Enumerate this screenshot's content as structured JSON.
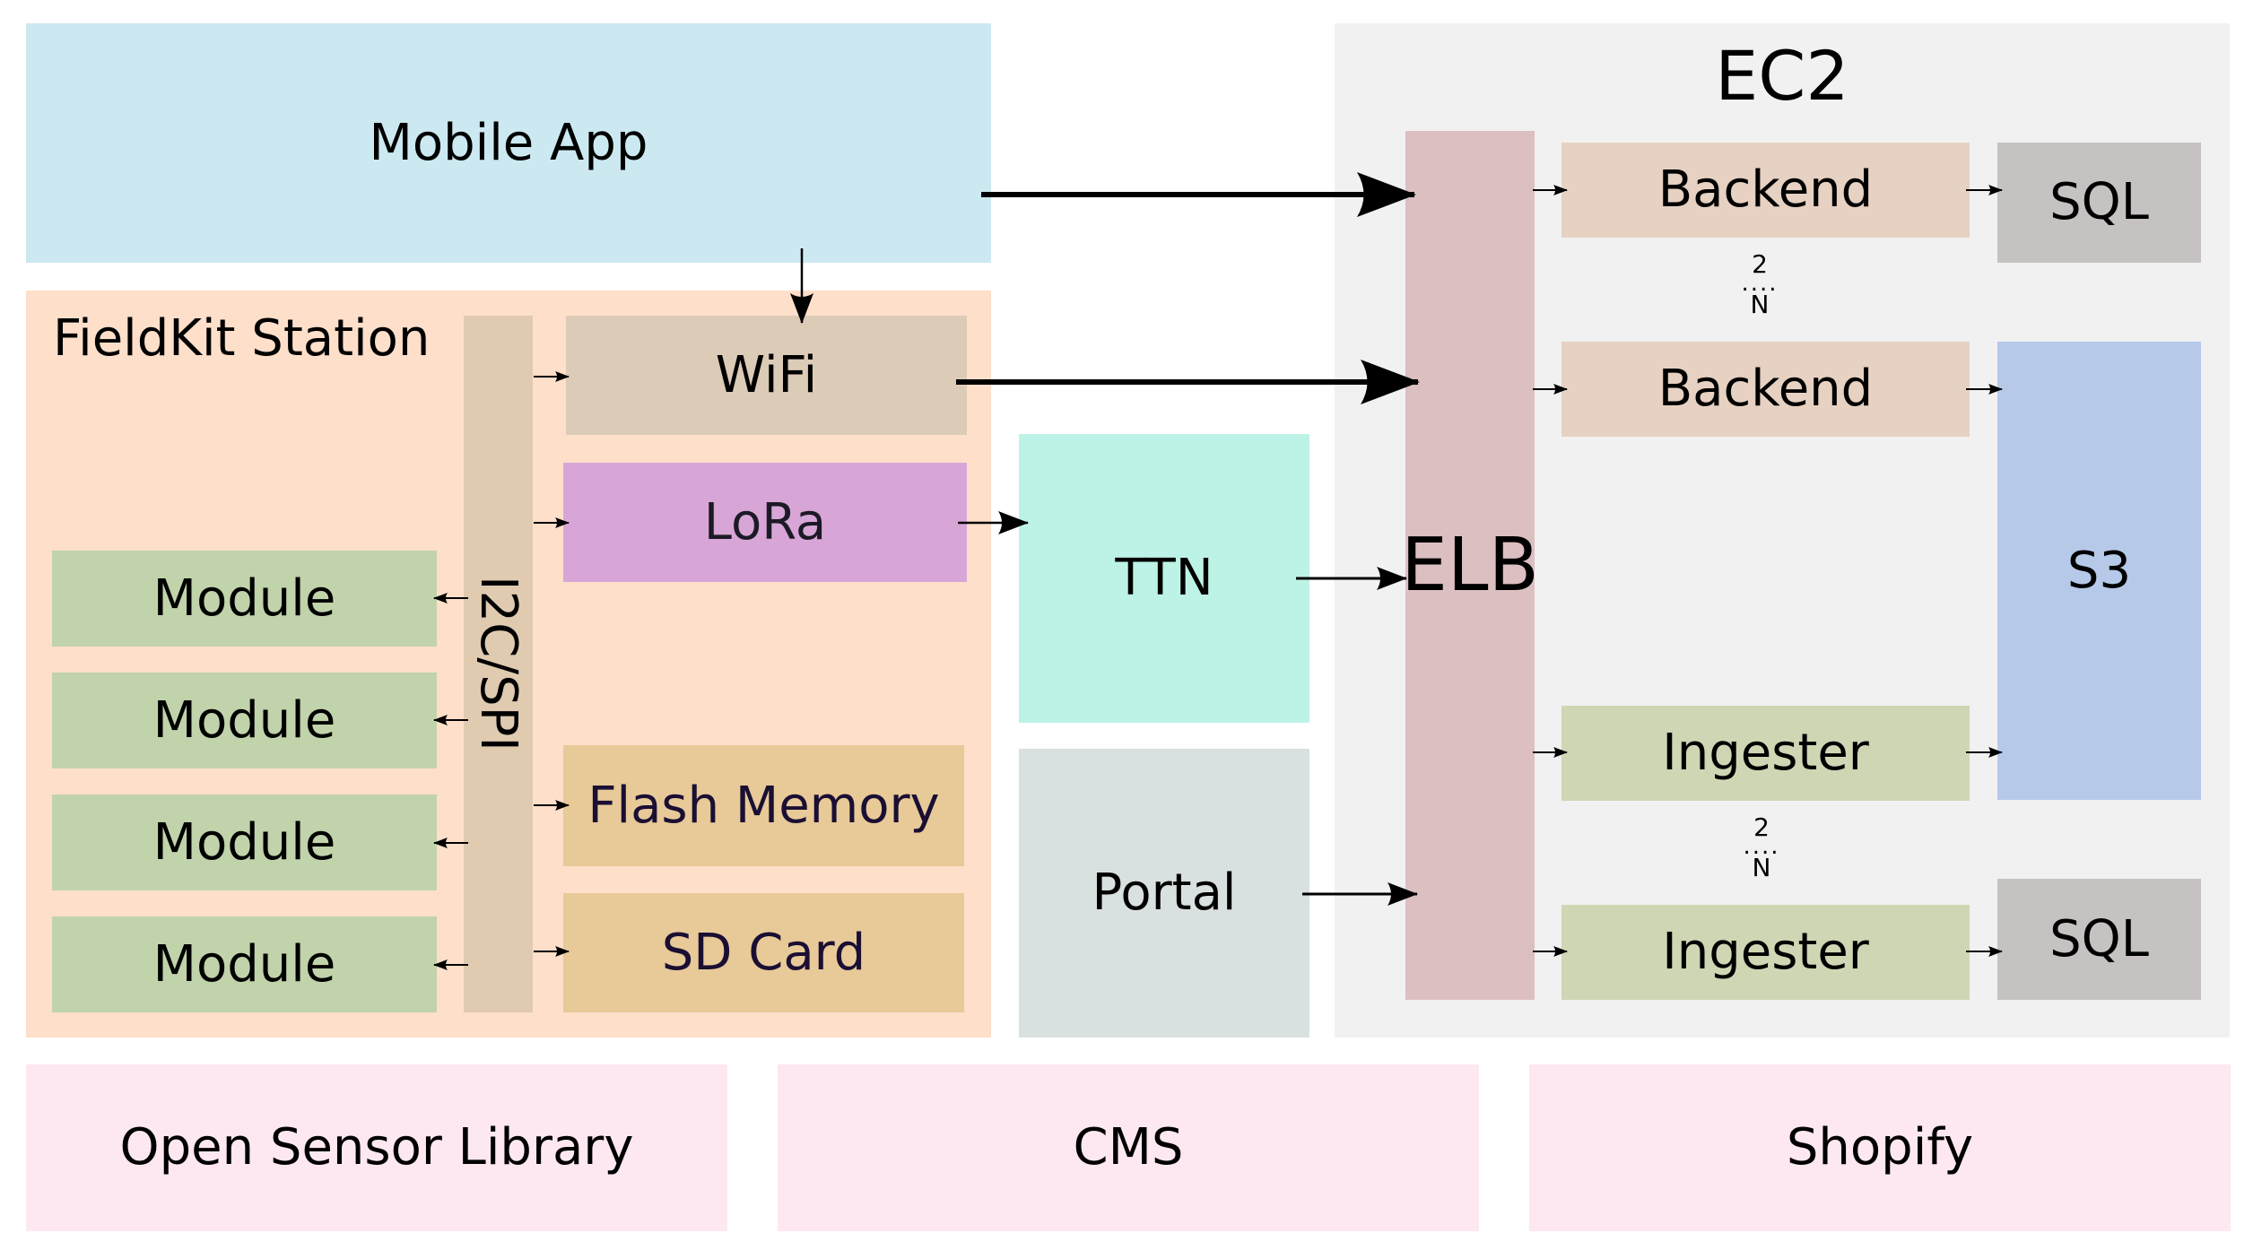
{
  "mobile_app": {
    "label": "Mobile App",
    "color": "#cce9f1"
  },
  "fieldkit_station": {
    "title": "FieldKit Station",
    "color": "#fddfca",
    "bus": {
      "label": "I2C/SPI",
      "color": "#e0cbb1"
    },
    "wifi": {
      "label": "WiFi",
      "color": "#dccbb7"
    },
    "lora": {
      "label": "LoRa",
      "color": "#d8a6d6"
    },
    "modules": [
      {
        "label": "Module"
      },
      {
        "label": "Module"
      },
      {
        "label": "Module"
      },
      {
        "label": "Module"
      }
    ],
    "module_color": "#c1d3aa",
    "flash_memory": {
      "label": "Flash Memory",
      "color": "#e8c998"
    },
    "sd_card": {
      "label": "SD Card",
      "color": "#e8c998"
    }
  },
  "ttn": {
    "label": "TTN",
    "color": "#bdf3e6"
  },
  "portal": {
    "label": "Portal",
    "color": "#d9e1e0"
  },
  "ec2": {
    "title": "EC2",
    "color": "#f1f1f1",
    "elb": {
      "label": "ELB",
      "color": "#dcbfc1"
    },
    "backends": [
      {
        "label": "Backend"
      },
      {
        "label": "Backend"
      }
    ],
    "backend_color": "#e6d1c2",
    "ingesters": [
      {
        "label": "Ingester"
      },
      {
        "label": "Ingester"
      }
    ],
    "ingester_color": "#cfd6b4",
    "sql": [
      {
        "label": "SQL"
      },
      {
        "label": "SQL"
      }
    ],
    "sql_color": "#c5c2c1",
    "s3": {
      "label": "S3",
      "color": "#b6c9e9"
    },
    "replica_markers": [
      {
        "top": "2",
        "dots": "....",
        "bottom": "N"
      },
      {
        "top": "2",
        "dots": "....",
        "bottom": "N"
      }
    ]
  },
  "bottom": [
    {
      "label": "Open Sensor Library"
    },
    {
      "label": "CMS"
    },
    {
      "label": "Shopify"
    }
  ],
  "bottom_color": "#fde8f1"
}
